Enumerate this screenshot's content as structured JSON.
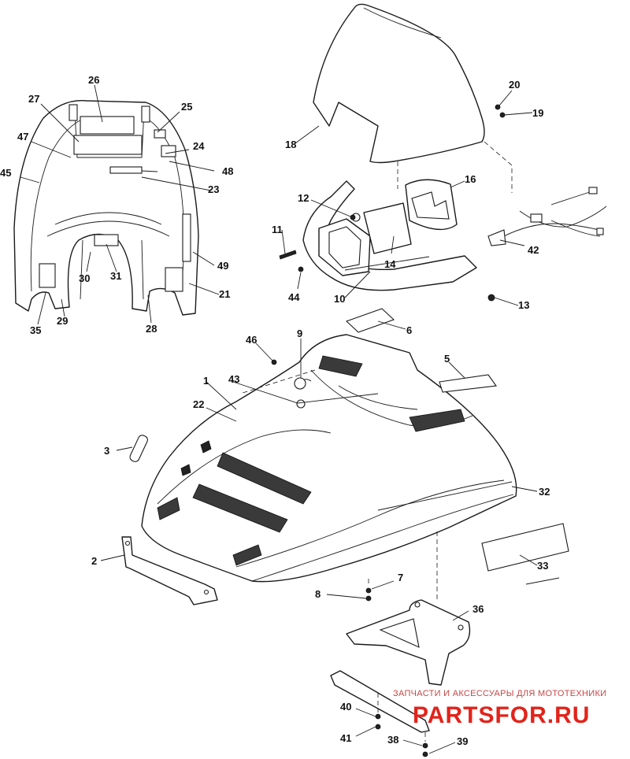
{
  "callouts": [
    "1",
    "2",
    "3",
    "5",
    "6",
    "7",
    "8",
    "9",
    "10",
    "11",
    "12",
    "13",
    "14",
    "16",
    "18",
    "19",
    "20",
    "21",
    "22",
    "23",
    "24",
    "25",
    "26",
    "27",
    "28",
    "29",
    "30",
    "31",
    "32",
    "33",
    "35",
    "36",
    "38",
    "39",
    "40",
    "41",
    "42",
    "43",
    "44",
    "45",
    "46",
    "47",
    "48",
    "49"
  ],
  "watermark": {
    "line1": "ЗАПЧАСТИ И АКСЕССУАРЫ ДЛЯ МОТОТЕХНИКИ",
    "line2": "PARTSFOR.RU"
  }
}
